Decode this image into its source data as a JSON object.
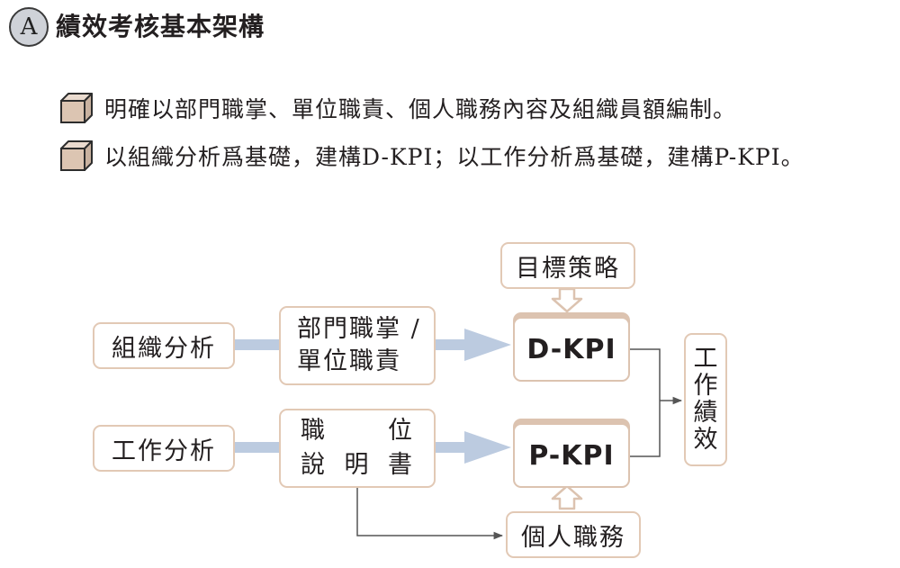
{
  "header": {
    "badge": "A",
    "title": "績效考核基本架構"
  },
  "bullets": [
    "明確以部門職掌、單位職責、個人職務內容及組織員額編制。",
    "以組織分析爲基礎，建構D-KPI；以工作分析爲基礎，建構P-KPI。"
  ],
  "diagram": {
    "strategy": "目標策略",
    "org_analysis": "組織分析",
    "dept_duty": {
      "line1": "部門職掌 /",
      "line2": "單位職責"
    },
    "d_kpi": "D-KPI",
    "job_analysis": "工作分析",
    "job_desc": {
      "c1": "職",
      "c2": "位",
      "c3": "說",
      "c4": "明",
      "c5": "書"
    },
    "p_kpi": "P-KPI",
    "personal_duty": "個人職務",
    "performance": {
      "c1": "工",
      "c2": "作",
      "c3": "績",
      "c4": "效"
    }
  },
  "colors": {
    "box_border": "#e2c9b5",
    "flow_arrow": "#bccbe0",
    "cube_face": "#dcc5b2",
    "line": "#555555"
  }
}
